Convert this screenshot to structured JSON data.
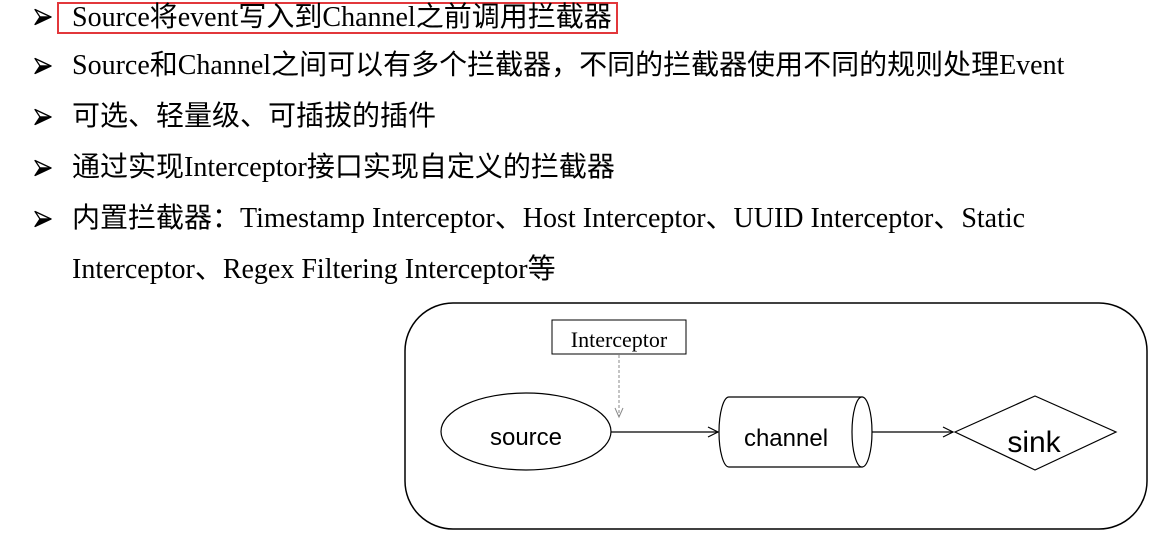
{
  "bullets": [
    {
      "text": "Source将event写入到Channel之前调用拦截器",
      "highlighted": true
    },
    {
      "text": "Source和Channel之间可以有多个拦截器，不同的拦截器使用不同的规则处理Event"
    },
    {
      "text": "可选、轻量级、可插拔的插件"
    },
    {
      "text": "通过实现Interceptor接口实现自定义的拦截器"
    },
    {
      "text": "内置拦截器：Timestamp Interceptor、Host Interceptor、UUID Interceptor、Static",
      "continuation": "Interceptor、Regex Filtering Interceptor等"
    }
  ],
  "diagram": {
    "interceptor_label": "Interceptor",
    "source_label": "source",
    "channel_label": "channel",
    "sink_label": "sink"
  },
  "icons": {
    "bullet": "arrowhead-bullet"
  },
  "colors": {
    "highlight_border": "#e2373b",
    "text": "#000000",
    "dashed_connector": "#8a8a8a"
  }
}
